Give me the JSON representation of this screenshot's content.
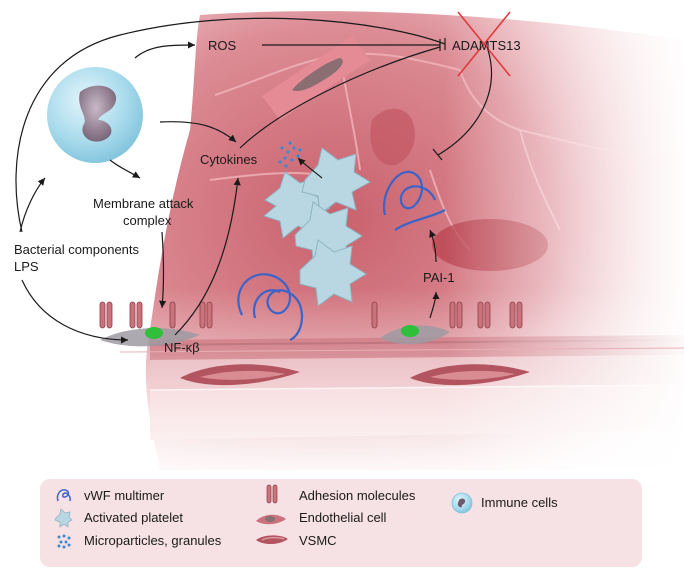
{
  "labels": {
    "ros": "ROS",
    "adamts13": "ADAMTS13",
    "cytokines": "Cytokines",
    "mac_line1": "Membrane attack",
    "mac_line2": "complex",
    "bacterial_line1": "Bacterial components",
    "bacterial_line2": "LPS",
    "nfkb": "NF-κβ",
    "pai1": "PAI-1"
  },
  "legend": {
    "vwf": "vWF multimer",
    "platelet": "Activated platelet",
    "microparticles": "Microparticles, granules",
    "adhesion": "Adhesion molecules",
    "endothelial": "Endothelial cell",
    "vsmc": "VSMC",
    "immune": "Immune cells"
  },
  "colors": {
    "vessel": "#d98a93",
    "vessel_light": "#f3c7cb",
    "platelet": "#b9d7e2",
    "vwf": "#3b63c8",
    "immune_cell": "#9fd3e6",
    "nucleus_green": "#2fbf3a",
    "cross_red": "#e03a3a",
    "legend_bg": "#f6e1e4"
  }
}
